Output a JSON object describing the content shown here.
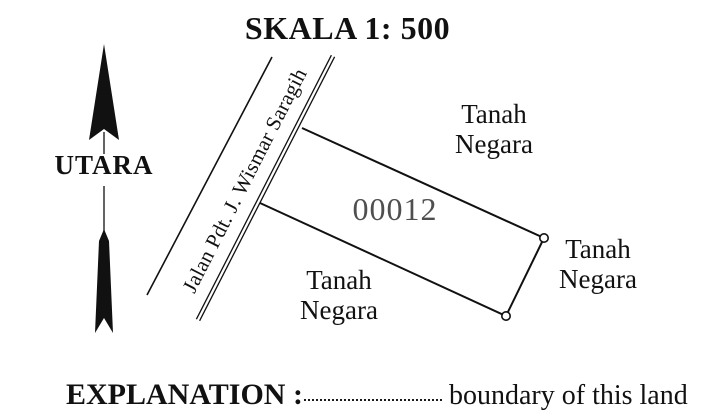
{
  "title": {
    "text": "SKALA 1: 500"
  },
  "compass": {
    "label": "UTARA"
  },
  "road": {
    "name": "Jalan Pdt. J. Wismar Saragih"
  },
  "parcel": {
    "number": "00012"
  },
  "adjacent_lands": {
    "north": {
      "line1": "Tanah",
      "line2": "Negara"
    },
    "south": {
      "line1": "Tanah",
      "line2": "Negara"
    },
    "east": {
      "line1": "Tanah",
      "line2": "Negara"
    }
  },
  "legend": {
    "heading": "EXPLANATION :",
    "boundary_label": "boundary of this land",
    "symbol": "dotted-boundary-line"
  },
  "colors": {
    "background": "#ffffff",
    "ink": "#111111",
    "parcel_number": "#4f4f4f"
  }
}
